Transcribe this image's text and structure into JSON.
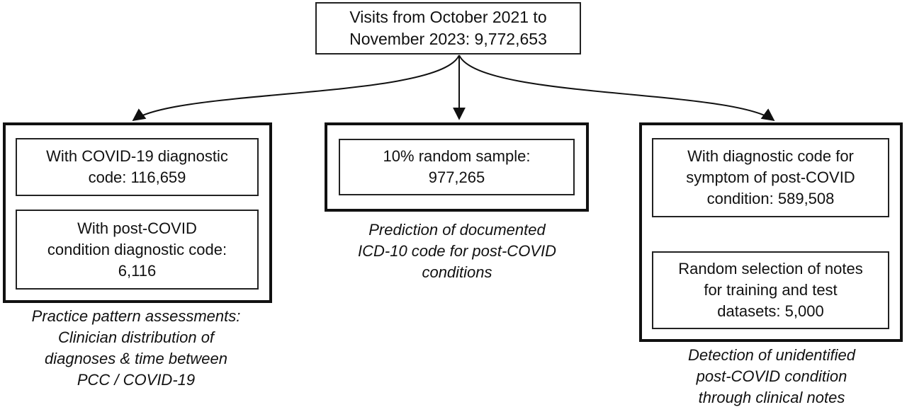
{
  "root": {
    "line1": "Visits from October 2021 to",
    "line2": "November 2023: 9,772,653"
  },
  "left": {
    "box1": {
      "line1": "With COVID-19 diagnostic",
      "line2": "code: 116,659"
    },
    "box2": {
      "line1": "With post-COVID",
      "line2": "condition diagnostic code:",
      "line3": "6,116"
    },
    "caption": {
      "line1": "Practice pattern assessments:",
      "line2": "Clinician distribution of",
      "line3": "diagnoses & time between",
      "line4": "PCC / COVID-19"
    }
  },
  "middle": {
    "box1": {
      "line1": "10% random sample:",
      "line2": "977,265"
    },
    "caption": {
      "line1": "Prediction of documented",
      "line2": "ICD-10 code for post-COVID",
      "line3": "conditions"
    }
  },
  "right": {
    "box1": {
      "line1": "With diagnostic code for",
      "line2": "symptom of post-COVID",
      "line3": "condition: 589,508"
    },
    "box2": {
      "line1": "Random selection of notes",
      "line2": "for training and test",
      "line3": "datasets: 5,000"
    },
    "caption": {
      "line1": "Detection of unidentified",
      "line2": "post-COVID condition",
      "line3": "through clinical notes"
    }
  }
}
